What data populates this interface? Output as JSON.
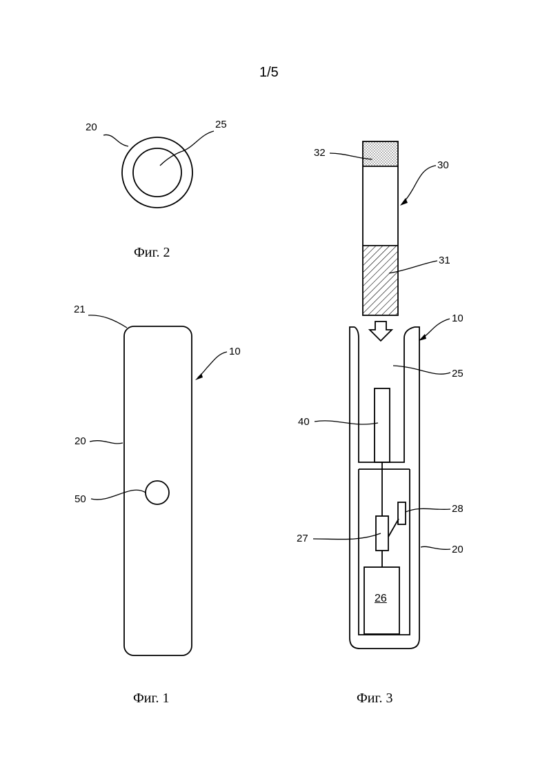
{
  "page": {
    "number": "1/5"
  },
  "figures": {
    "fig1": {
      "caption": "Фиг. 1"
    },
    "fig2": {
      "caption": "Фиг. 2"
    },
    "fig3": {
      "caption": "Фиг. 3"
    }
  },
  "reference_numerals": {
    "fig1": [
      "21",
      "10",
      "20",
      "50"
    ],
    "fig2": [
      "20",
      "25"
    ],
    "fig3": [
      "32",
      "30",
      "31",
      "10",
      "25",
      "40",
      "28",
      "27",
      "20",
      "26"
    ]
  },
  "colors": {
    "line": "#000000",
    "background": "#ffffff"
  }
}
